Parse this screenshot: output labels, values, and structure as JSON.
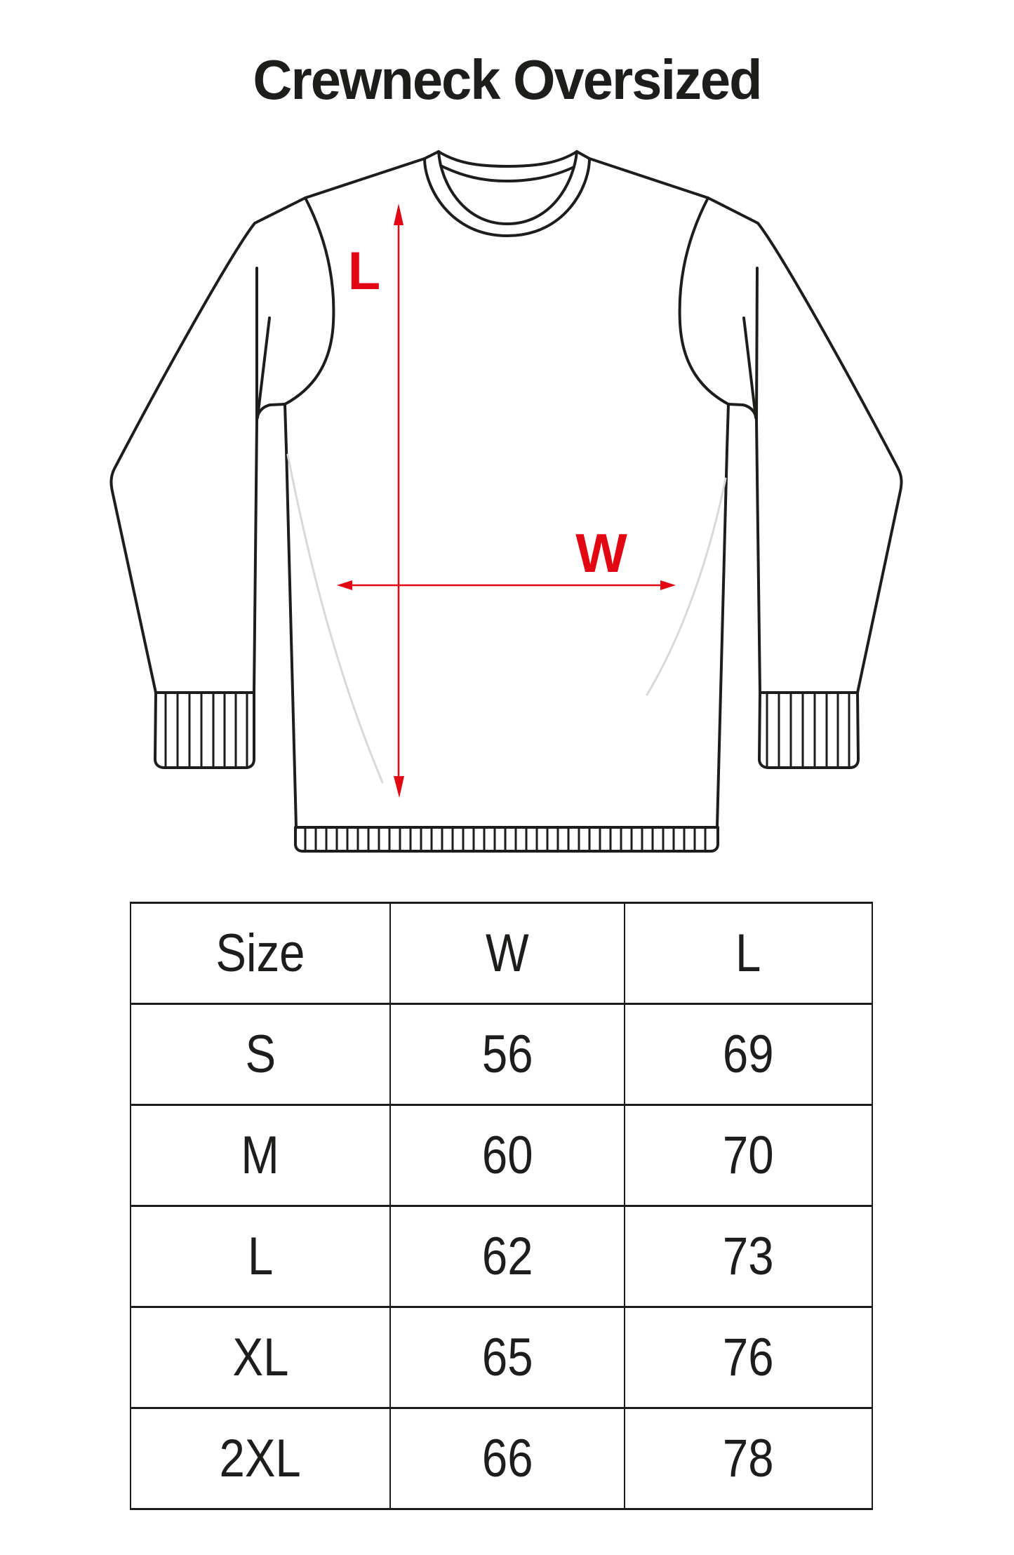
{
  "title": "Crewneck Oversized",
  "diagram": {
    "length_label": "L",
    "width_label": "W",
    "accent_color": "#e30613",
    "outline_color": "#1d1d1b",
    "shade_color": "#d9d9d9"
  },
  "table": {
    "headers": [
      "Size",
      "W",
      "L"
    ],
    "rows": [
      [
        "S",
        "56",
        "69"
      ],
      [
        "M",
        "60",
        "70"
      ],
      [
        "L",
        "62",
        "73"
      ],
      [
        "XL",
        "65",
        "76"
      ],
      [
        "2XL",
        "66",
        "78"
      ]
    ]
  }
}
